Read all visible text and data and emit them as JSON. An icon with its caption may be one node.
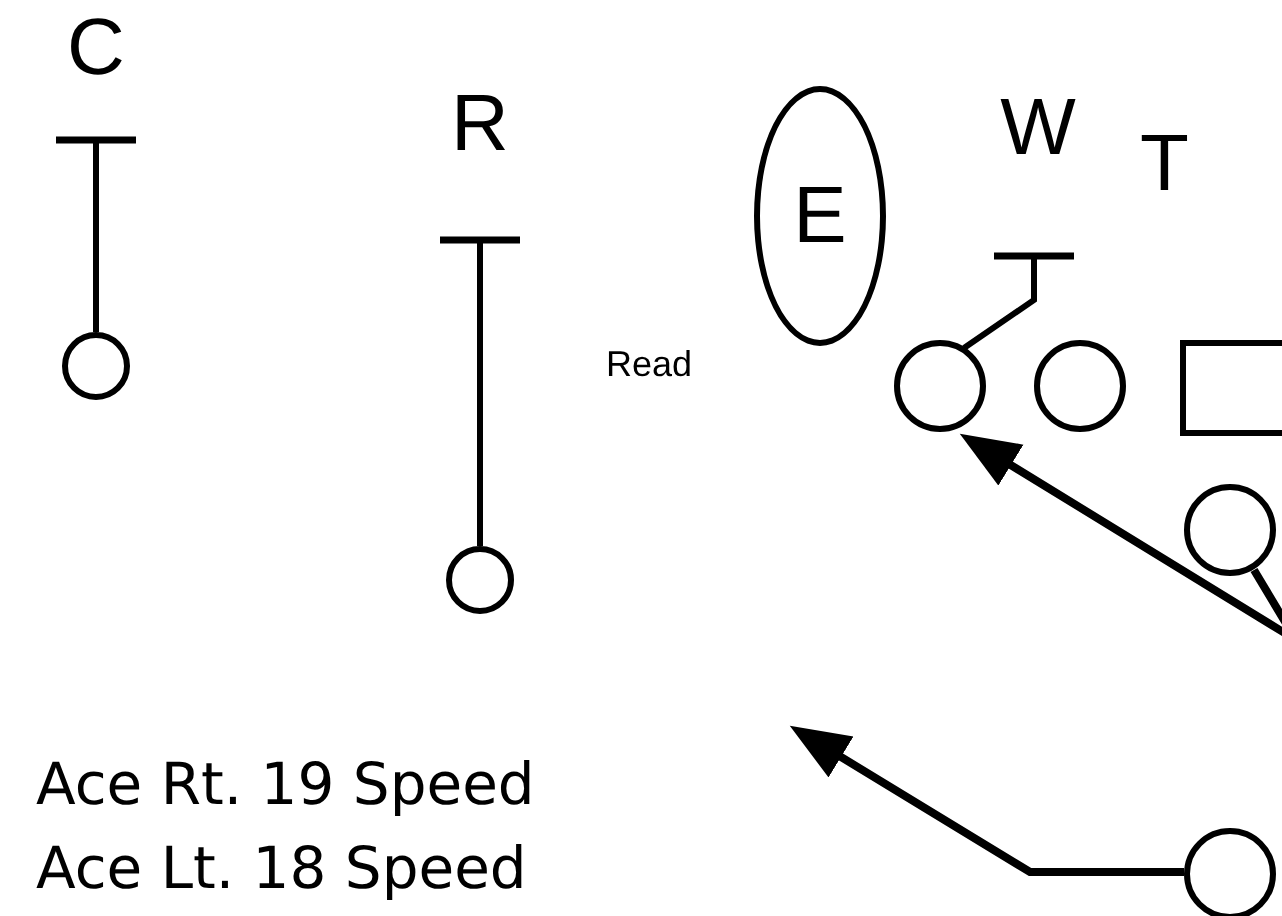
{
  "diagram": {
    "nodes": [
      {
        "text": [
          "C"
        ]
      },
      {
        "text": [],
        "shape": "circle"
      },
      {
        "text": [
          "R"
        ]
      },
      {
        "text": [],
        "shape": "circle"
      },
      {
        "text": [
          "E"
        ]
      },
      {
        "text": [
          "W"
        ]
      },
      {
        "text": [],
        "shape": "circle"
      },
      {
        "text": [],
        "shape": "circle"
      },
      {
        "text": [],
        "shape": "box"
      },
      {
        "text": [],
        "shape": "circle"
      },
      {
        "text": [],
        "shape": "circle"
      }
    ],
    "edges": [
      {
        "from": 1,
        "to": 0,
        "arrow": "other"
      },
      {
        "from": 3,
        "to": 2,
        "arrow": "other"
      },
      {
        "from": 6,
        "to": 5,
        "arrow": "other"
      },
      {
        "from": 9,
        "to": 6,
        "arrow": "to"
      },
      {
        "from": 10,
        "to": null,
        "arrow": "to"
      }
    ],
    "labels": [
      "T",
      "Read",
      "Ace Rt. 19 Speed",
      "Ace Lt. 18 Speed"
    ]
  }
}
